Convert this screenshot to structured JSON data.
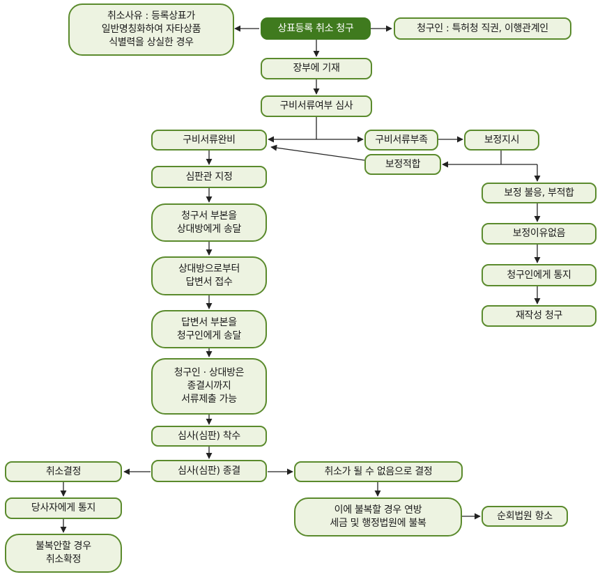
{
  "nodes": {
    "main": "상표등록 취소 청구",
    "reason": [
      "취소사유 : 등록상표가",
      "일반명칭화하여 자타상품",
      "식별력을 상실한 경우"
    ],
    "claimant": "청구인 : 특허청 직권, 이행관계인",
    "register": "장부에 기재",
    "docs_review": "구비서류여부 심사",
    "docs_complete": "구비서류완비",
    "docs_missing": "구비서류부족",
    "amend_order": "보정지시",
    "amend_ok": "보정적합",
    "amend_fail": "보정 불응, 부적합",
    "no_reason": "보정이유없음",
    "notify_claimant": "청구인에게 통지",
    "reclaim": "재작성 청구",
    "judge_assign": "심판관 지정",
    "send_copy": [
      "청구서 부본을",
      "상대방에게 송달"
    ],
    "receive_reply": [
      "상대방으로부터",
      "답변서 접수"
    ],
    "reply_copy": [
      "답변서 부본을",
      "청구인에게 송달"
    ],
    "submit_docs": [
      "청구인 · 상대방은",
      "종결시까지",
      "서류제출 가능"
    ],
    "trial_start": "심사(심판) 착수",
    "trial_end": "심사(심판) 종결",
    "cancel_decision": "취소결정",
    "notify_parties": "당사자에게 통지",
    "cancel_final": [
      "불복안할 경우",
      "취소확정"
    ],
    "no_cancel": "취소가 될 수 없음으로 결정",
    "appeal": [
      "이에 불복할 경우 연방",
      "세금 및 행정법원에 불복"
    ],
    "circuit_appeal": "순회법원 항소"
  },
  "colors": {
    "main_fill": "#3f7a1e",
    "node_fill": "#edf3e1",
    "node_border": "#5a8a2c",
    "arrow": "#222222"
  }
}
